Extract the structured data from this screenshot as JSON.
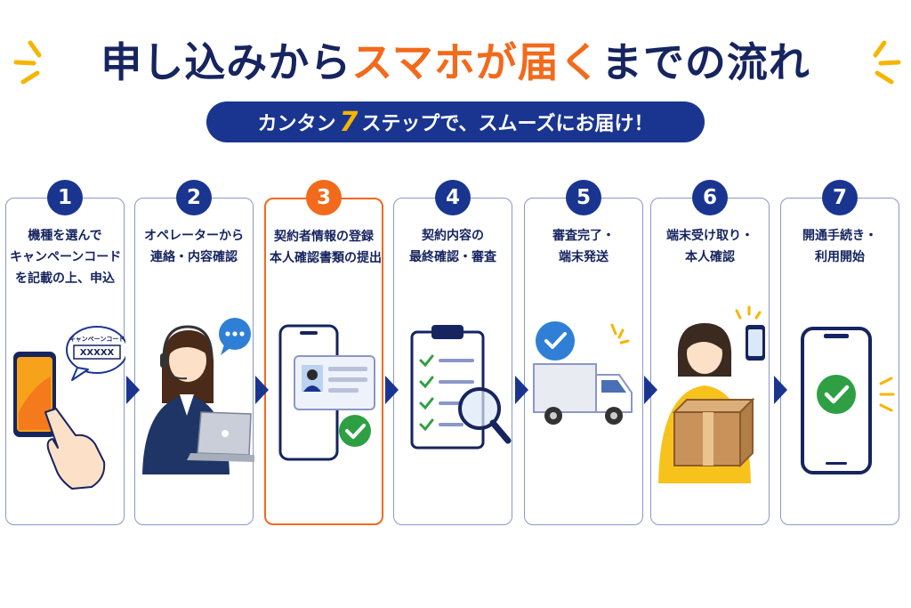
{
  "header": {
    "title_prefix": "申し込みから",
    "title_highlight": "スマホが届く",
    "title_suffix": "までの流れ",
    "subtitle_prefix": "カンタン",
    "subtitle_number": "7",
    "subtitle_suffix": "ステップで、スムーズにお届け！"
  },
  "colors": {
    "navy": "#1a3590",
    "accent": "#f26a1b",
    "green": "#2ea043",
    "yellow": "#f7b500"
  },
  "steps": [
    {
      "number": "1",
      "lines": [
        "機種を選んで",
        "キャンペーンコード",
        "を記載の上、申込"
      ],
      "bubble_title": "キャンペーンコード",
      "bubble_code": "XXXXX",
      "icon": "smartphone-tap-icon"
    },
    {
      "number": "2",
      "lines": [
        "オペレーターから",
        "連絡・内容確認"
      ],
      "icon": "operator-headset-icon"
    },
    {
      "number": "3",
      "lines": [
        "契約者情報の登録",
        "本人確認書類の提出"
      ],
      "icon": "id-document-icon"
    },
    {
      "number": "4",
      "lines": [
        "契約内容の",
        "最終確認・審査"
      ],
      "icon": "checklist-magnifier-icon"
    },
    {
      "number": "5",
      "lines": [
        "審査完了・",
        "端末発送"
      ],
      "icon": "delivery-truck-icon"
    },
    {
      "number": "6",
      "lines": [
        "端末受け取り・",
        "本人確認"
      ],
      "icon": "package-receive-icon"
    },
    {
      "number": "7",
      "lines": [
        "開通手続き・",
        "利用開始"
      ],
      "icon": "smartphone-check-icon"
    }
  ]
}
